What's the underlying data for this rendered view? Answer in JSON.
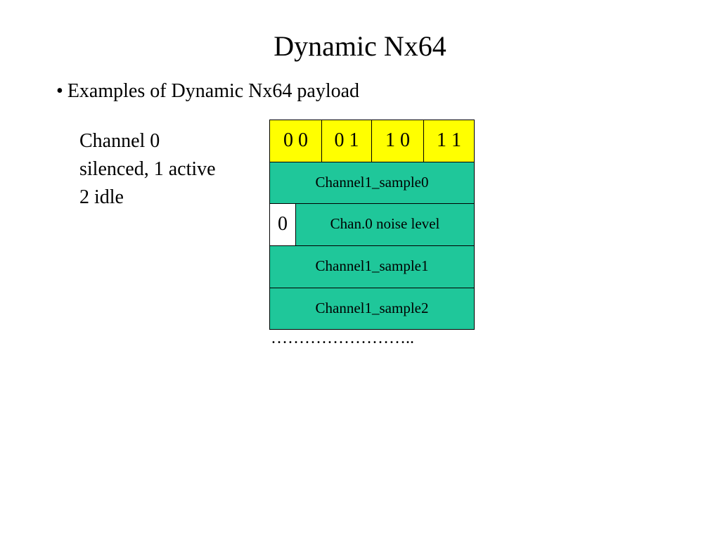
{
  "slide": {
    "title": "Dynamic Nx64",
    "bullet_marker": "•",
    "bullet_text": "Examples of Dynamic Nx64 payload",
    "side_text": [
      "Channel 0",
      "silenced, 1 active",
      "2 idle"
    ]
  },
  "diagram": {
    "header_cells": [
      "0 0",
      "0 1",
      "1 0",
      "1 1"
    ],
    "rows": {
      "sample0": "Channel1_sample0",
      "zero_flag": "0",
      "noise_level": "Chan.0 noise level",
      "sample1": "Channel1_sample1",
      "sample2": "Channel1_sample2"
    },
    "continuation": "…………………….."
  },
  "colors": {
    "header_fill": "#ffff00",
    "payload_fill": "#1fc79a"
  }
}
